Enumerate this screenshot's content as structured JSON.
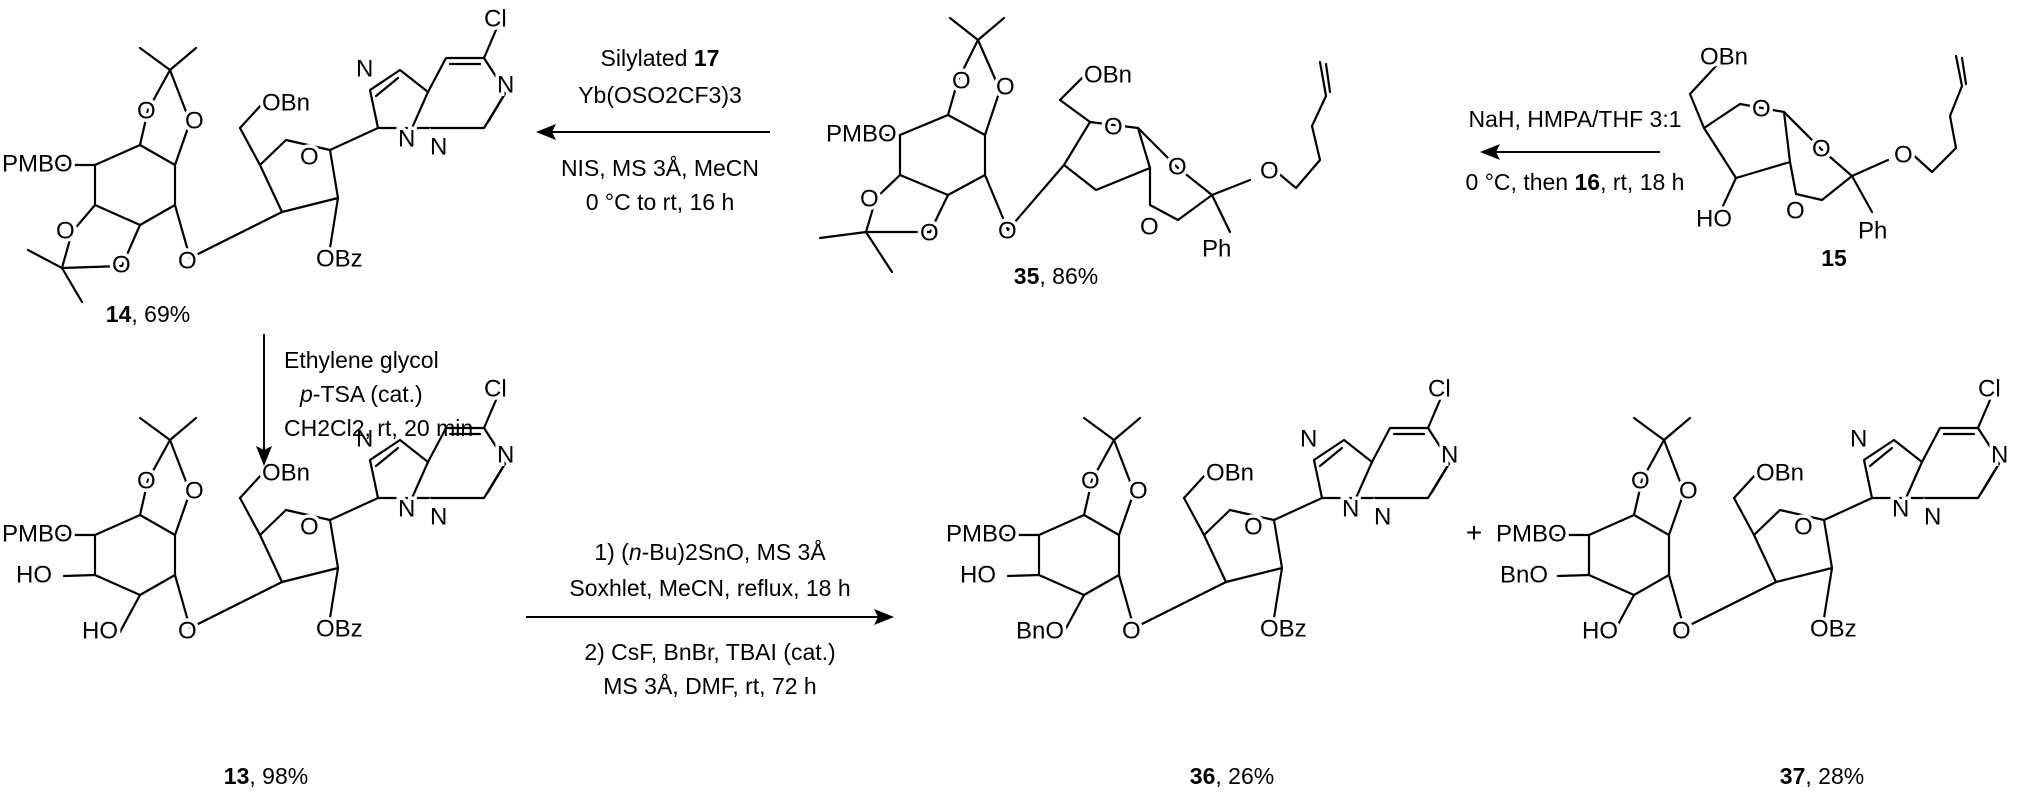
{
  "compounds": [
    {
      "id": "14",
      "yield": "69%"
    },
    {
      "id": "35",
      "yield": "86%"
    },
    {
      "id": "15",
      "yield": ""
    },
    {
      "id": "13",
      "yield": "98%"
    },
    {
      "id": "36",
      "yield": "26%"
    },
    {
      "id": "37",
      "yield": "28%"
    }
  ],
  "atom_labels": {
    "Cl": "Cl",
    "N": "N",
    "O": "O",
    "OBn": "OBn",
    "OBz": "OBz",
    "PMBO": "PMBO",
    "HO": "HO",
    "BnO": "BnO",
    "Ph": "Ph"
  },
  "reactions": {
    "step_15_to_35": {
      "line1": "NaH, HMPA/THF 3:1",
      "line2_pre": "0 °C, then ",
      "line2_bold": "16",
      "line2_post": ", rt, 18 h"
    },
    "step_35_to_14": {
      "line1_pre": "Silylated ",
      "line1_bold": "17",
      "line2": "Yb(OSO2CF3)3",
      "line3": "NIS, MS 3Å, MeCN",
      "line4": "0 °C to rt, 16 h"
    },
    "step_14_to_13": {
      "line1": "Ethylene glycol",
      "line2_italic": "p",
      "line2_rest": "-TSA (cat.)",
      "line3": "CH2Cl2, rt, 20 min"
    },
    "step_13_to_36_37": {
      "line1_pre": "1) (",
      "line1_italic": "n",
      "line1_post": "-Bu)2SnO, MS 3Å",
      "line2": "Soxhlet, MeCN, reflux, 18 h",
      "line3": "2) CsF, BnBr, TBAI (cat.)",
      "line4": "MS 3Å, DMF, rt, 72 h"
    }
  },
  "plus_sign": "+"
}
